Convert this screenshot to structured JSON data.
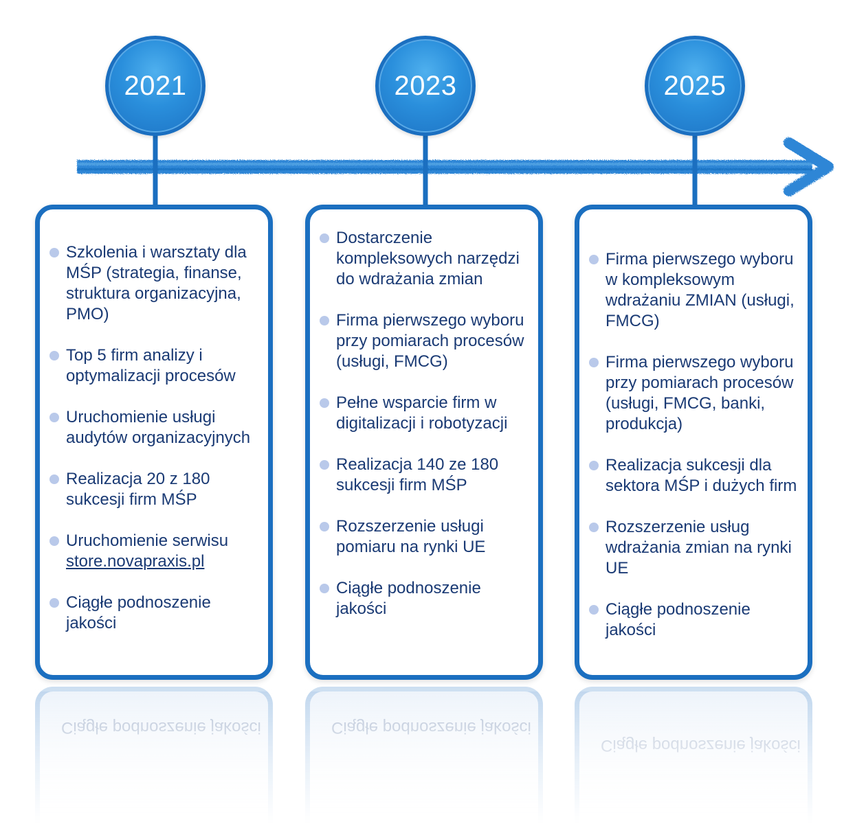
{
  "colors": {
    "accent": "#1b6fc0",
    "circle_fill": "#2a8fdc",
    "text": "#1a3a74",
    "bullet": "#b9c9ea"
  },
  "columns": [
    {
      "year": "2021",
      "items": [
        {
          "text": "Szkolenia i warsztaty dla MŚP (strategia, finanse, struktura organizacyjna, PMO)"
        },
        {
          "text": "Top 5 firm analizy i optymalizacji procesów"
        },
        {
          "text": "Uruchomienie usługi audytów organizacyjnych"
        },
        {
          "text": "Realizacja 20 z 180 sukcesji firm MŚP"
        },
        {
          "text": "Uruchomienie serwisu",
          "link": "store.novapraxis.pl"
        },
        {
          "text": "Ciągłe podnoszenie jakości"
        }
      ]
    },
    {
      "year": "2023",
      "items": [
        {
          "text": "Dostarczenie kompleksowych narzędzi do wdrażania zmian"
        },
        {
          "text": "Firma pierwszego wyboru przy pomiarach procesów (usługi, FMCG)"
        },
        {
          "text": "Pełne wsparcie firm w digitalizacji i robotyzacji"
        },
        {
          "text": "Realizacja 140 ze 180 sukcesji firm MŚP"
        },
        {
          "text": "Rozszerzenie usługi pomiaru na rynki UE"
        },
        {
          "text": "Ciągłe podnoszenie jakości"
        }
      ]
    },
    {
      "year": "2025",
      "items": [
        {
          "text": "Firma pierwszego wyboru w kompleksowym wdrażaniu ZMIAN (usługi, FMCG)"
        },
        {
          "text": "Firma pierwszego wyboru przy pomiarach procesów (usługi, FMCG, banki, produkcja)"
        },
        {
          "text": "Realizacja sukcesji dla sektora MŚP i dużych firm"
        },
        {
          "text": "Rozszerzenie usług wdrażania zmian na rynki UE"
        },
        {
          "text": "Ciągłe podnoszenie jakości"
        }
      ]
    }
  ]
}
